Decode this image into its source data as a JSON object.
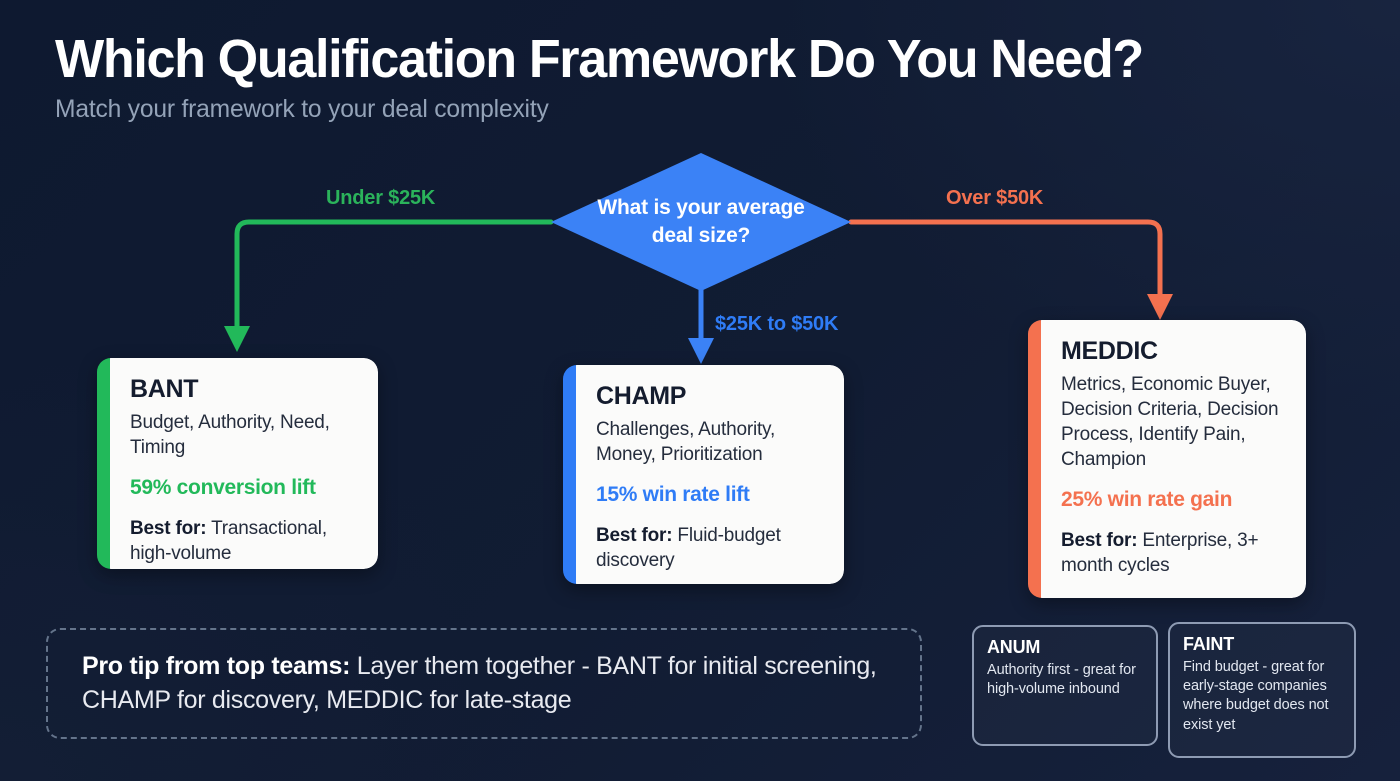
{
  "header": {
    "title": "Which Qualification Framework Do You Need?",
    "subtitle": "Match your framework to your deal complexity"
  },
  "decision": {
    "question": "What is your average deal size?",
    "shape": "diamond",
    "color": "#3b82f6"
  },
  "branches": [
    {
      "label": "Under $25K",
      "color": "#2bb35b",
      "target": "BANT"
    },
    {
      "label": "$25K to $50K",
      "color": "#2f7cf6",
      "target": "CHAMP"
    },
    {
      "label": "Over $50K",
      "color": "#f4714f",
      "target": "MEDDIC"
    }
  ],
  "frameworks": [
    {
      "name": "BANT",
      "expansion": "Budget, Authority, Need, Timing",
      "metric": "59% conversion lift",
      "best_for_label": "Best for:",
      "best_for_value": "Transactional, high-volume",
      "accent": "#22b95a"
    },
    {
      "name": "CHAMP",
      "expansion": "Challenges, Authority, Money, Prioritization",
      "metric": "15% win rate lift",
      "best_for_label": "Best for:",
      "best_for_value": "Fluid-budget discovery",
      "accent": "#2f7cf6"
    },
    {
      "name": "MEDDIC",
      "expansion": "Metrics, Economic Buyer, Decision Criteria, Decision Process, Identify Pain, Champion",
      "metric": "25% win rate gain",
      "best_for_label": "Best for:",
      "best_for_value": "Enterprise, 3+ month cycles",
      "accent": "#f4714f"
    }
  ],
  "protip": {
    "lead": "Pro tip from top teams:",
    "body": " Layer them together - BANT for initial screening, CHAMP for discovery, MEDDIC for late-stage"
  },
  "alternatives": [
    {
      "name": "ANUM",
      "description": "Authority first - great for high-volume inbound"
    },
    {
      "name": "FAINT",
      "description": "Find budget - great for early-stage companies where budget does not exist yet"
    }
  ],
  "theme": {
    "background": "#0f1a2e",
    "card_surface": "#fbfbfa",
    "title_color": "#ffffff",
    "subtitle_color": "#94a3b8",
    "dashed_border": "#64748b",
    "mini_border": "#8e9bb3"
  }
}
